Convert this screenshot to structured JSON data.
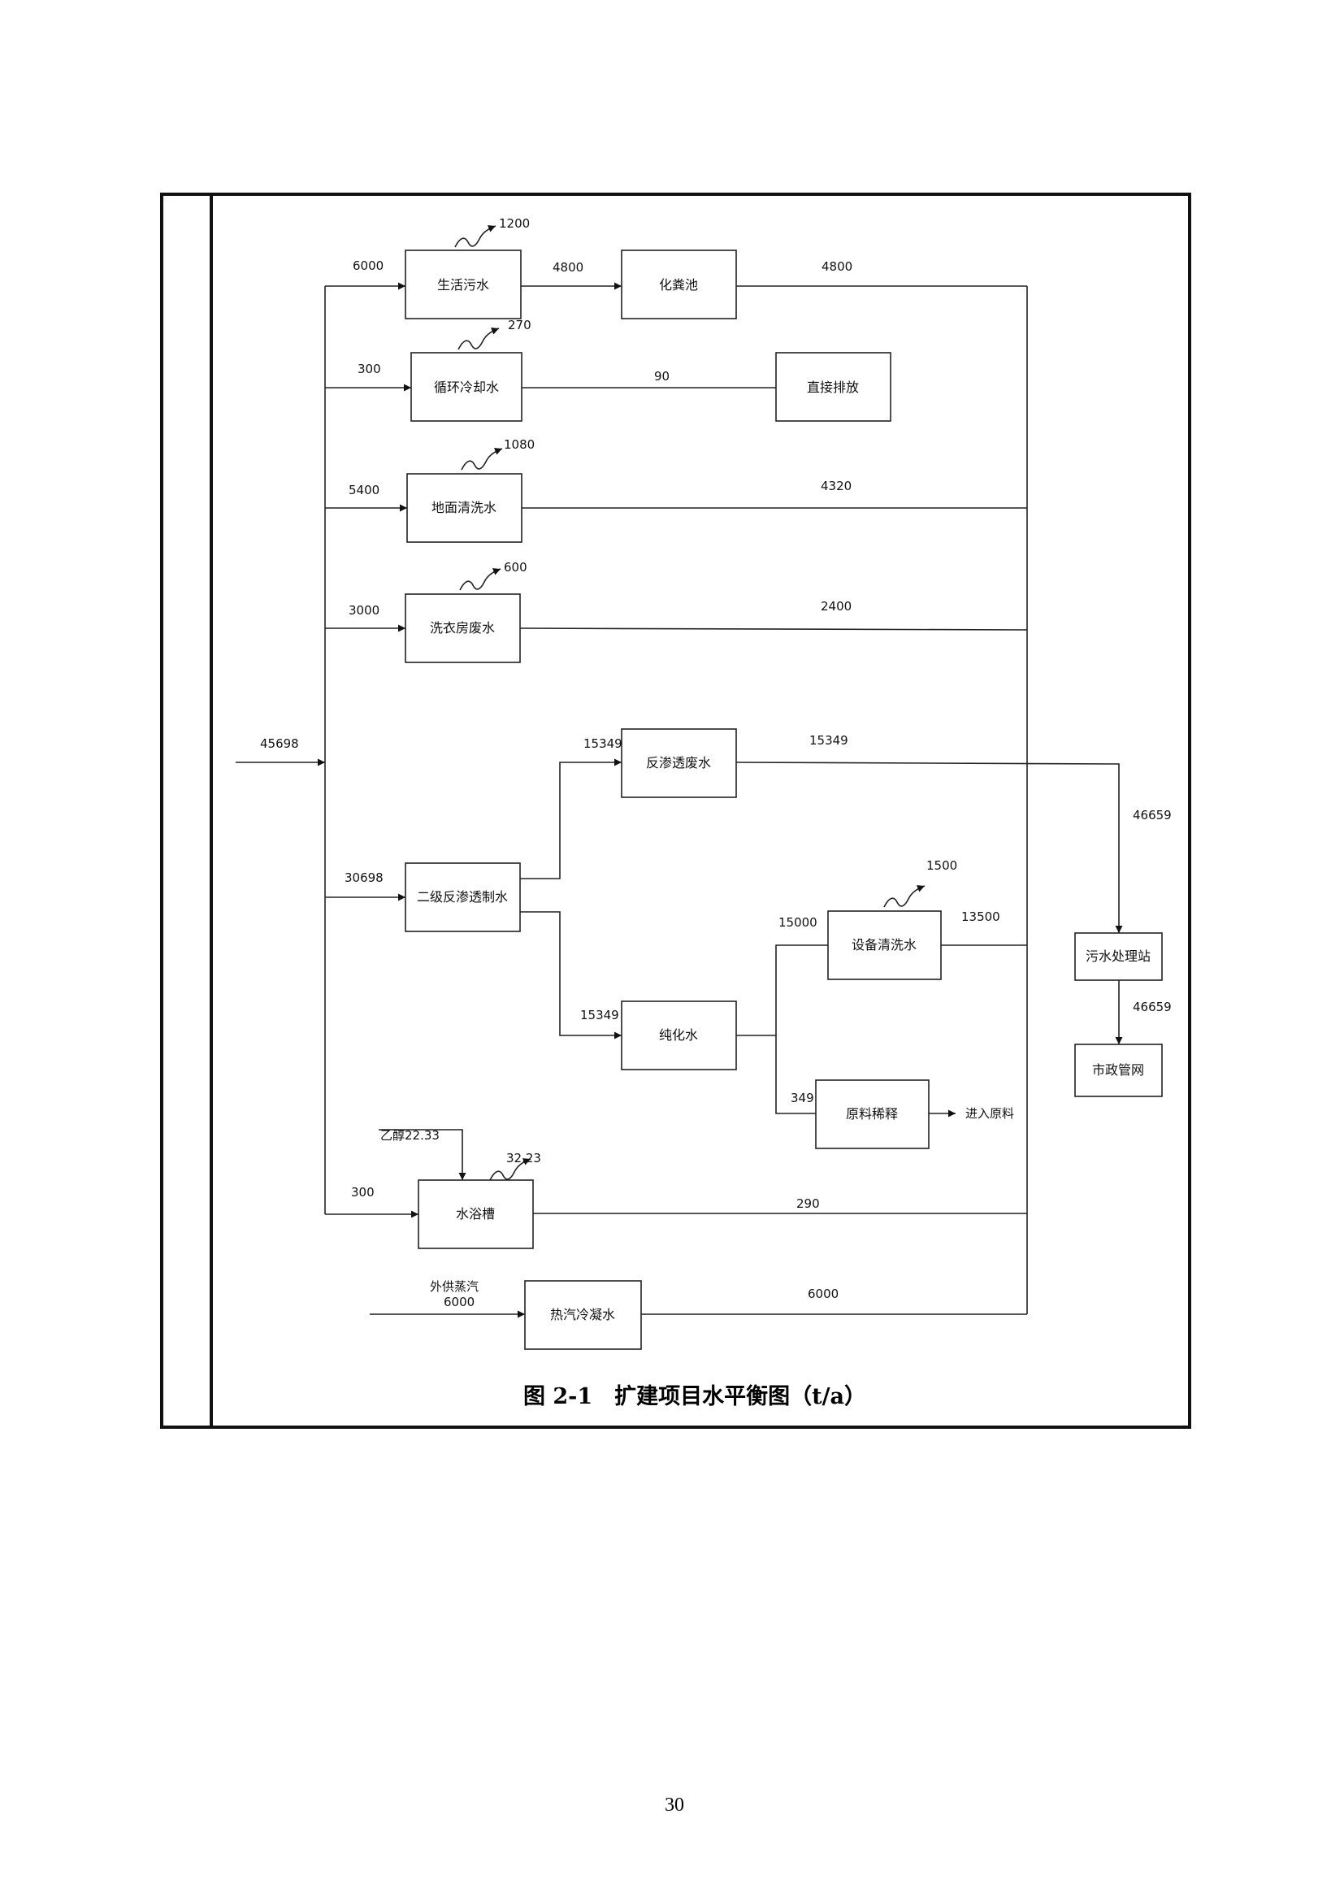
{
  "caption": "图 2-1　扩建项目水平衡图（t/a）",
  "page_number": "30",
  "boxes": {
    "domestic": "生活污水",
    "septic": "化粪池",
    "cooling": "循环冷却水",
    "direct": "直接排放",
    "floor": "地面清洗水",
    "laundry": "洗衣房废水",
    "ro_waste": "反渗透废水",
    "ro": "二级反渗透制水",
    "equip": "设备清洗水",
    "pure": "纯化水",
    "dilute": "原料稀释",
    "bath": "水浴槽",
    "steam": "热汽冷凝水",
    "wwtp": "污水处理站",
    "sewer": "市政管网"
  },
  "labels": {
    "total_in": "45698",
    "domestic_in": "6000",
    "domestic_loss": "1200",
    "domestic_to_septic": "4800",
    "septic_out": "4800",
    "cooling_in": "300",
    "cooling_loss": "270",
    "cooling_out": "90",
    "floor_in": "5400",
    "floor_loss": "1080",
    "floor_out": "4320",
    "laundry_in": "3000",
    "laundry_loss": "600",
    "laundry_out": "2400",
    "ro_in": "30698",
    "ro_to_waste": "15349",
    "ro_waste_out": "15349",
    "ro_to_pure": "15349",
    "pure_to_equip": "15000",
    "equip_loss": "1500",
    "equip_out": "13500",
    "pure_to_dilute": "349",
    "dilute_out": "进入原料",
    "bath_in": "300",
    "ethanol": "乙醇22.33",
    "bath_loss": "32.23",
    "bath_out": "290",
    "steam_src_name": "外供蒸汽",
    "steam_src_qty": "6000",
    "steam_out": "6000",
    "to_wwtp": "46659",
    "wwtp_out": "46659"
  }
}
